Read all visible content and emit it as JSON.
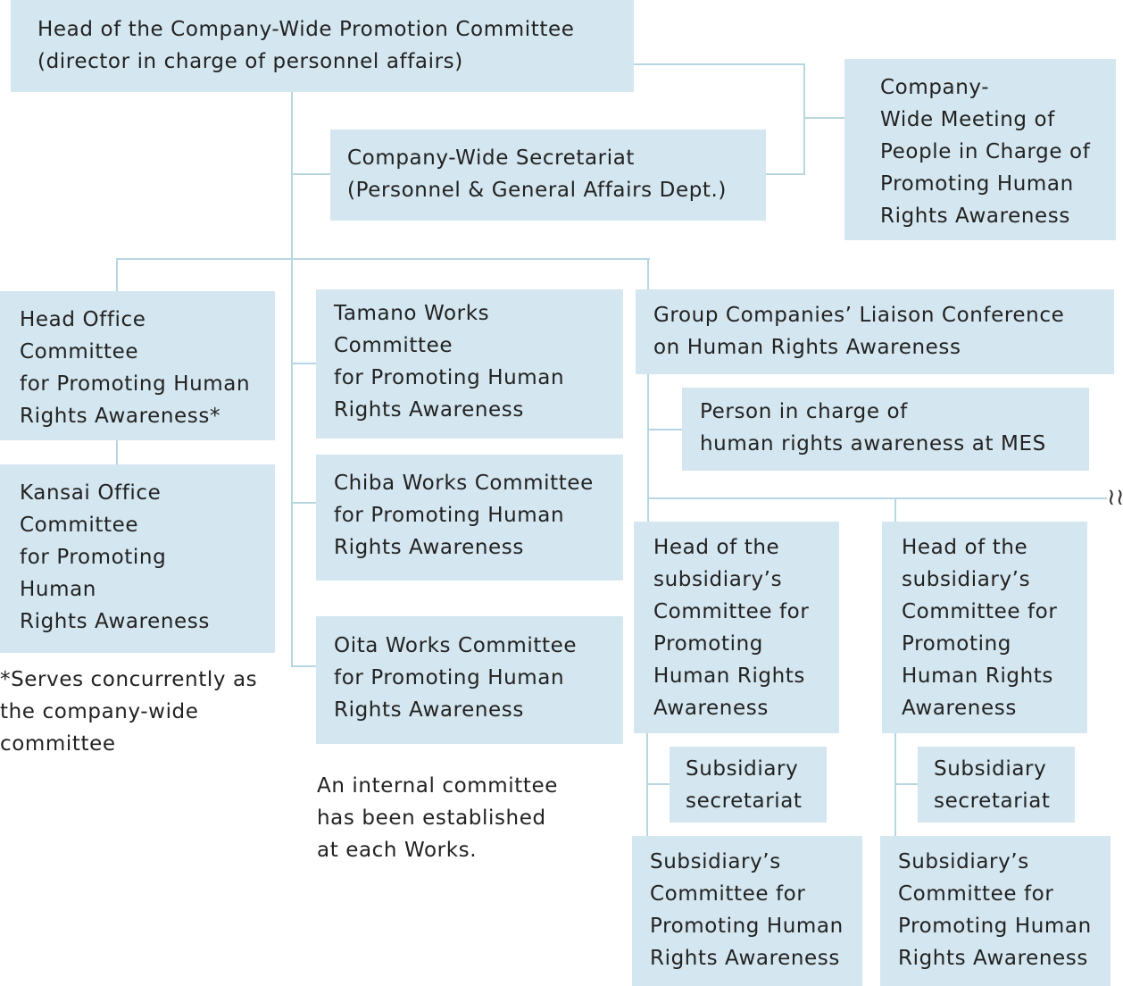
{
  "head": "Head of the Company-Wide Promotion Committee\n(director in charge of personnel affairs)",
  "secretariat": "Company-Wide Secretariat\n(Personnel & General Affairs Dept.)",
  "meeting": "Company-\nWide Meeting of\nPeople in Charge of\nPromoting Human\nRights Awareness",
  "head_office": "Head Office\nCommittee\nfor Promoting Human\nRights Awareness*",
  "kansai": "Kansai Office\nCommittee\nfor Promoting\nHuman\nRights Awareness",
  "tamano": "Tamano Works\nCommittee\nfor Promoting Human\nRights Awareness",
  "chiba": "Chiba Works Committee\nfor Promoting Human\nRights Awareness",
  "oita": "Oita Works Committee\nfor Promoting Human\nRights Awareness",
  "group": "Group Companies’ Liaison Conference\non Human Rights Awareness",
  "person": "Person in charge of\nhuman rights awareness at MES",
  "subsidiaries": [
    {
      "head": "Head of the\nsubsidiary’s\nCommittee for\nPromoting\nHuman Rights\nAwareness",
      "secretariat": "Subsidiary\nsecretariat",
      "committee": "Subsidiary’s\nCommittee for\nPromoting Human\nRights Awareness"
    },
    {
      "head": "Head of the\nsubsidiary’s\nCommittee for\nPromoting\nHuman Rights\nAwareness",
      "secretariat": "Subsidiary\nsecretariat",
      "committee": "Subsidiary’s\nCommittee for\nPromoting Human\nRights Awareness"
    }
  ],
  "footnote": "*Serves concurrently as\nthe company-wide\ncommittee",
  "works_note": "An internal committee\nhas been established\nat each Works.",
  "continuation_mark": "≀≀",
  "colors": {
    "box": "#d4e6ef",
    "line": "#b7d6e2"
  }
}
